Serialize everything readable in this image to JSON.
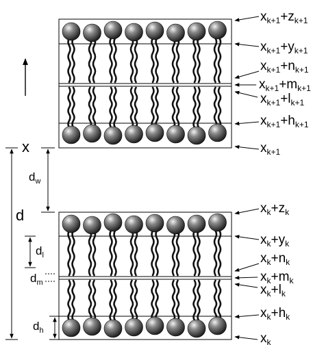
{
  "diagram": {
    "upper_bilayer_labels": [
      {
        "main": "x",
        "sub": "k+1",
        "main2": "+z",
        "sub2": "k+1"
      },
      {
        "main": "x",
        "sub": "k+1",
        "main2": "+y",
        "sub2": "k+1"
      },
      {
        "main": "x",
        "sub": "k+1",
        "main2": "+n",
        "sub2": "k+1"
      },
      {
        "main": "x",
        "sub": "k+1",
        "main2": "+m",
        "sub2": "k+1"
      },
      {
        "main": "x",
        "sub": "k+1",
        "main2": "+l",
        "sub2": "k+1"
      },
      {
        "main": "x",
        "sub": "k+1",
        "main2": "+h",
        "sub2": "k+1"
      },
      {
        "main": "x",
        "sub": "k+1",
        "main2": "",
        "sub2": ""
      }
    ],
    "lower_bilayer_labels": [
      {
        "main": "x",
        "sub": "k",
        "main2": "+z",
        "sub2": "k"
      },
      {
        "main": "x",
        "sub": "k",
        "main2": "+y",
        "sub2": "k"
      },
      {
        "main": "x",
        "sub": "k",
        "main2": "+n",
        "sub2": "k"
      },
      {
        "main": "x",
        "sub": "k",
        "main2": "+m",
        "sub2": "k"
      },
      {
        "main": "x",
        "sub": "k",
        "main2": "+l",
        "sub2": "k"
      },
      {
        "main": "x",
        "sub": "k",
        "main2": "+h",
        "sub2": "k"
      },
      {
        "main": "x",
        "sub": "k",
        "main2": "",
        "sub2": ""
      }
    ],
    "axis_label": "x",
    "dimension_labels": {
      "d": "d",
      "dw": {
        "main": "d",
        "sub": "w"
      },
      "dl": {
        "main": "d",
        "sub": "l"
      },
      "dm": {
        "main": "d",
        "sub": "m"
      },
      "dh": {
        "main": "d",
        "sub": "h"
      }
    },
    "heads_per_row": 8
  }
}
